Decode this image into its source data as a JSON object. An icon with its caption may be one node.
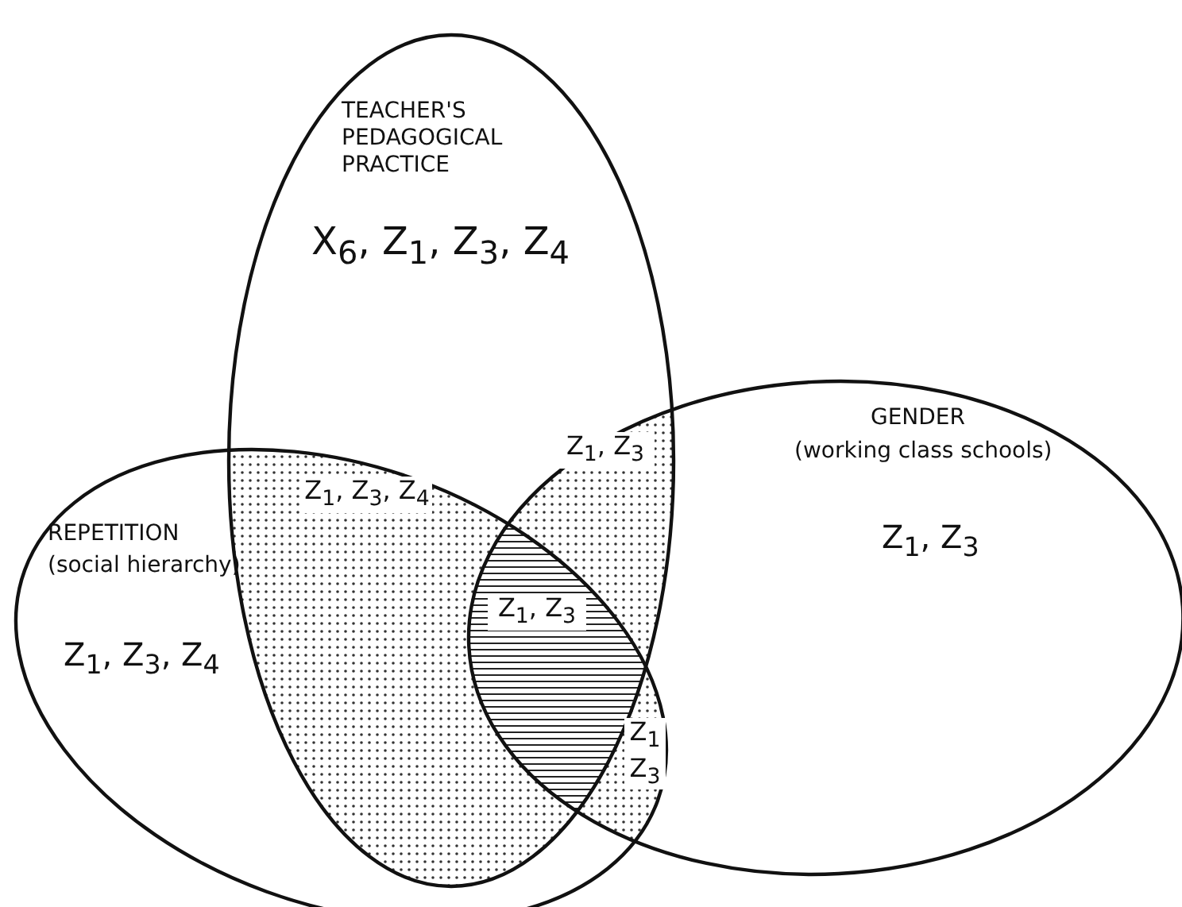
{
  "diagram": {
    "nodes": [
      {
        "text": [
          "TEACHER'S PEDAGOGICAL PRACTICE",
          "X$_{6}$, Z$_{1}$, Z$_{3}$, Z$_{4}$"
        ]
      },
      {
        "text": [
          "REPETITION",
          "(social hierarchy)",
          "Z$_{1}$, Z$_{3}$, Z$_{4}$"
        ]
      },
      {
        "text": [
          "GENDER",
          "(working class schools)",
          "Z$_{1}$, Z$_{3}$"
        ]
      }
    ],
    "labels": [
      "Z$_{1}$, Z$_{3}$, Z$_{4}$",
      "Z$_{1}$, Z$_{3}$",
      "Z$_{1}$, Z$_{3}$",
      "Z$_{1}$ Z$_{3}$"
    ]
  }
}
